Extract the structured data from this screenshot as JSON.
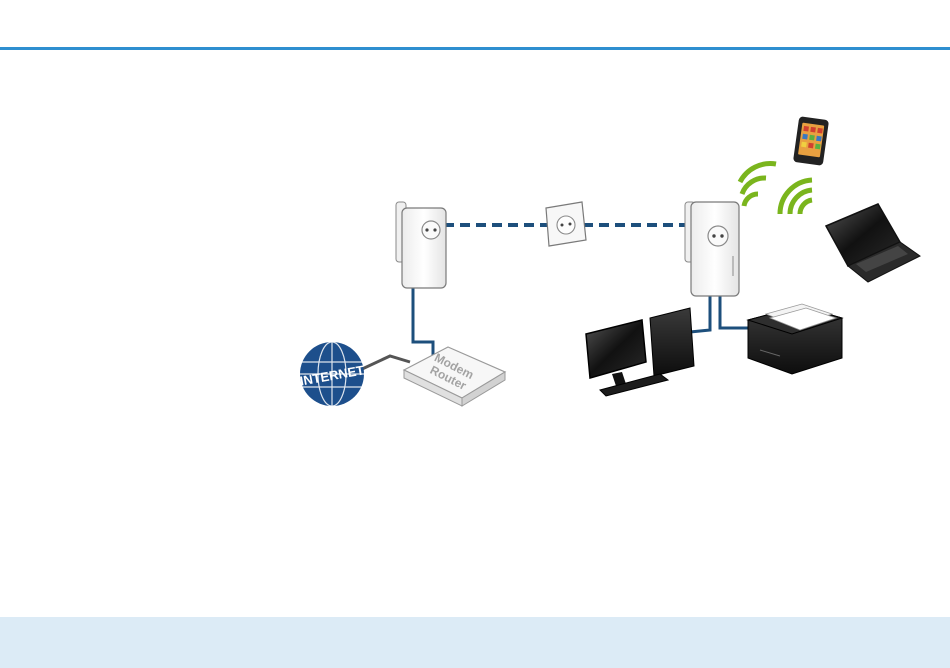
{
  "colors": {
    "accent_line": "#2f8fd0",
    "footer_bar": "#dcebf6",
    "cable": "#1d4f7c",
    "powerline": "#1d4f7c",
    "wifi": "#7ab51d",
    "globe": "#1d4f8c"
  },
  "labels": {
    "internet": "INTERNET",
    "modem_line1": "Modem",
    "modem_line2": "Router"
  }
}
